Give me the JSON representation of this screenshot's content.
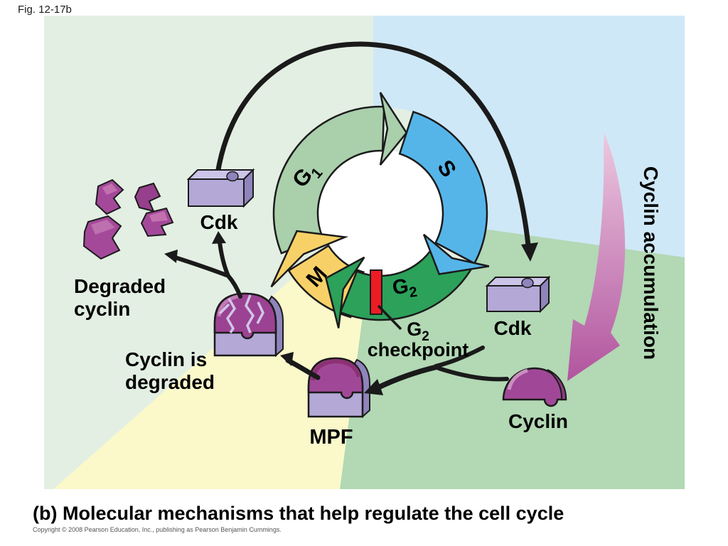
{
  "figure": {
    "fig_label": "Fig. 12-17b",
    "caption": "(b) Molecular mechanisms that help regulate the cell cycle",
    "copyright": "Copyright © 2008 Pearson Education, Inc., publishing as Pearson Benjamin Cummings."
  },
  "cycle": {
    "g1_base": "G",
    "g1_sub": "1",
    "s": "S",
    "g2_base": "G",
    "g2_sub": "2",
    "m": "M"
  },
  "labels": {
    "cdk_top": "Cdk",
    "degraded_line1": "Degraded",
    "degraded_line2": "cyclin",
    "degrading_line1": "Cyclin is",
    "degrading_line2": "degraded",
    "mpf": "MPF",
    "checkpoint_base": "G",
    "checkpoint_sub": "2",
    "checkpoint_line2": "checkpoint",
    "cdk_right": "Cdk",
    "cyclin": "Cyclin",
    "cyclin_accumulation": "Cyclin accumulation"
  },
  "colors": {
    "bg_mint": "#e4efe3",
    "bg_blue": "#cfe8f7",
    "bg_green": "#b2d8b4",
    "bg_yellow": "#fbf9ca",
    "phase_g1": "#a9cfab",
    "phase_s": "#55b5e9",
    "phase_g2": "#2ca15a",
    "phase_m": "#f7d168",
    "checkpoint_red": "#ed1c24",
    "cyclin_purple": "#a04897",
    "cyclin_dark": "#8a3d80",
    "cdk_lavender": "#b3a8d6",
    "lavender_light": "#cdc5e8",
    "lavender_dark": "#8f84bb",
    "pink_light": "#ecc9e0",
    "pink_dark": "#b1549e",
    "arrow_black": "#1a1a1a"
  }
}
